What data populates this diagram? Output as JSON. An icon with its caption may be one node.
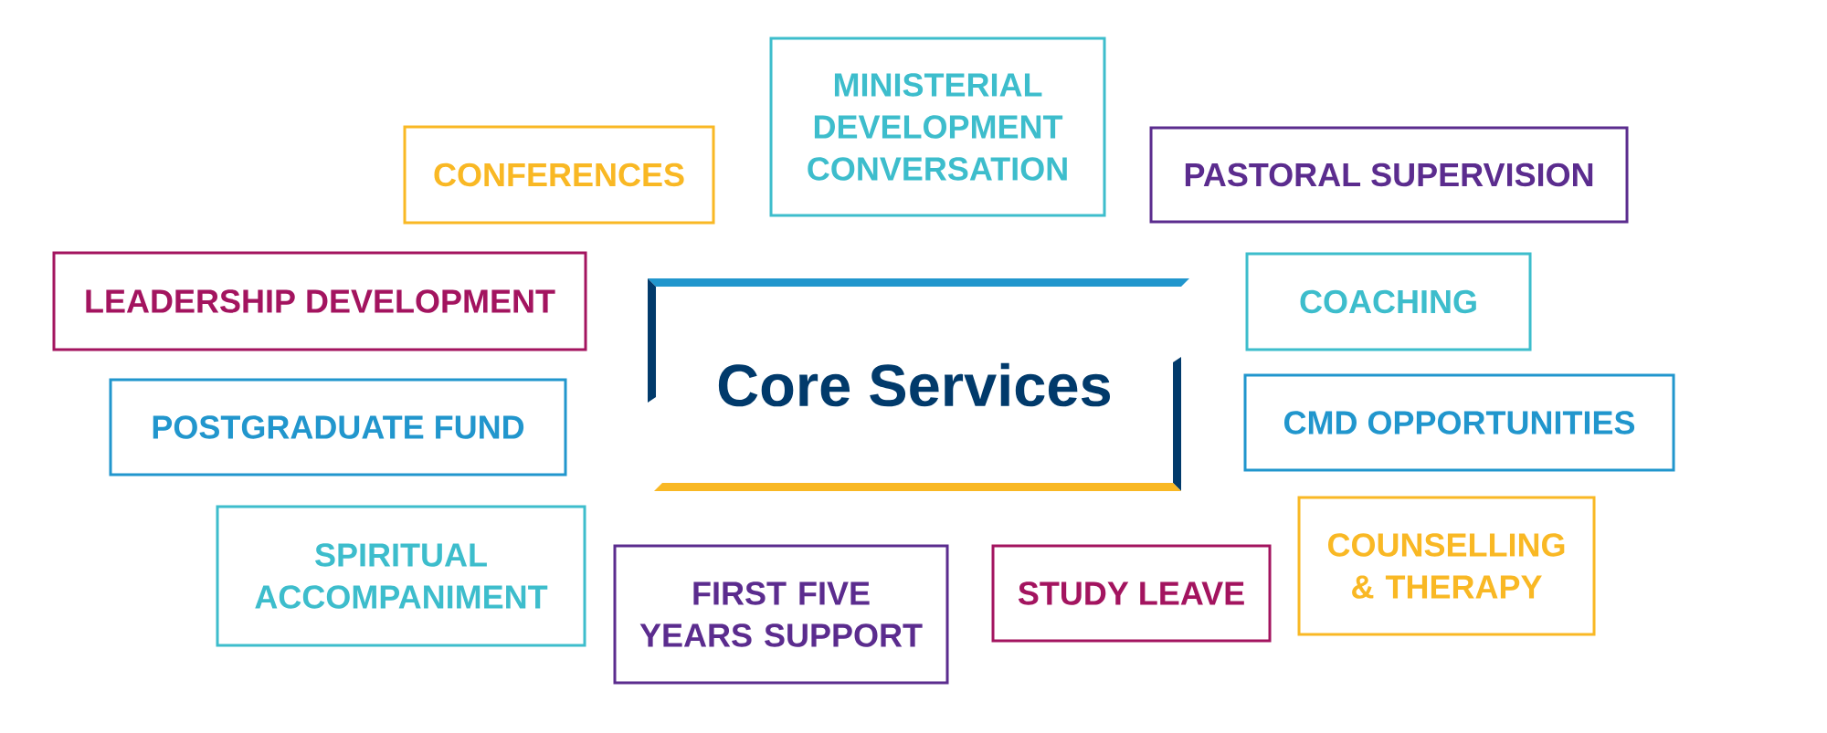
{
  "diagram": {
    "nodes": [
      {
        "text": [
          "Core Services"
        ]
      },
      {
        "text": [
          "MINISTERIAL DEVELOPMENT CONVERSATION"
        ]
      },
      {
        "text": [
          "CONFERENCES"
        ]
      },
      {
        "text": [
          "PASTORAL SUPERVISION"
        ]
      },
      {
        "text": [
          "LEADERSHIP DEVELOPMENT"
        ]
      },
      {
        "text": [
          "COACHING"
        ]
      },
      {
        "text": [
          "POSTGRADUATE FUND"
        ]
      },
      {
        "text": [
          "CMD OPPORTUNITIES"
        ]
      },
      {
        "text": [
          "SPIRITUAL ACCOMPANIMENT"
        ]
      },
      {
        "text": [
          "COUNSELLING & THERAPY"
        ]
      },
      {
        "text": [
          "FIRST FIVE YEARS SUPPORT"
        ]
      },
      {
        "text": [
          "STUDY LEAVE"
        ]
      }
    ]
  }
}
